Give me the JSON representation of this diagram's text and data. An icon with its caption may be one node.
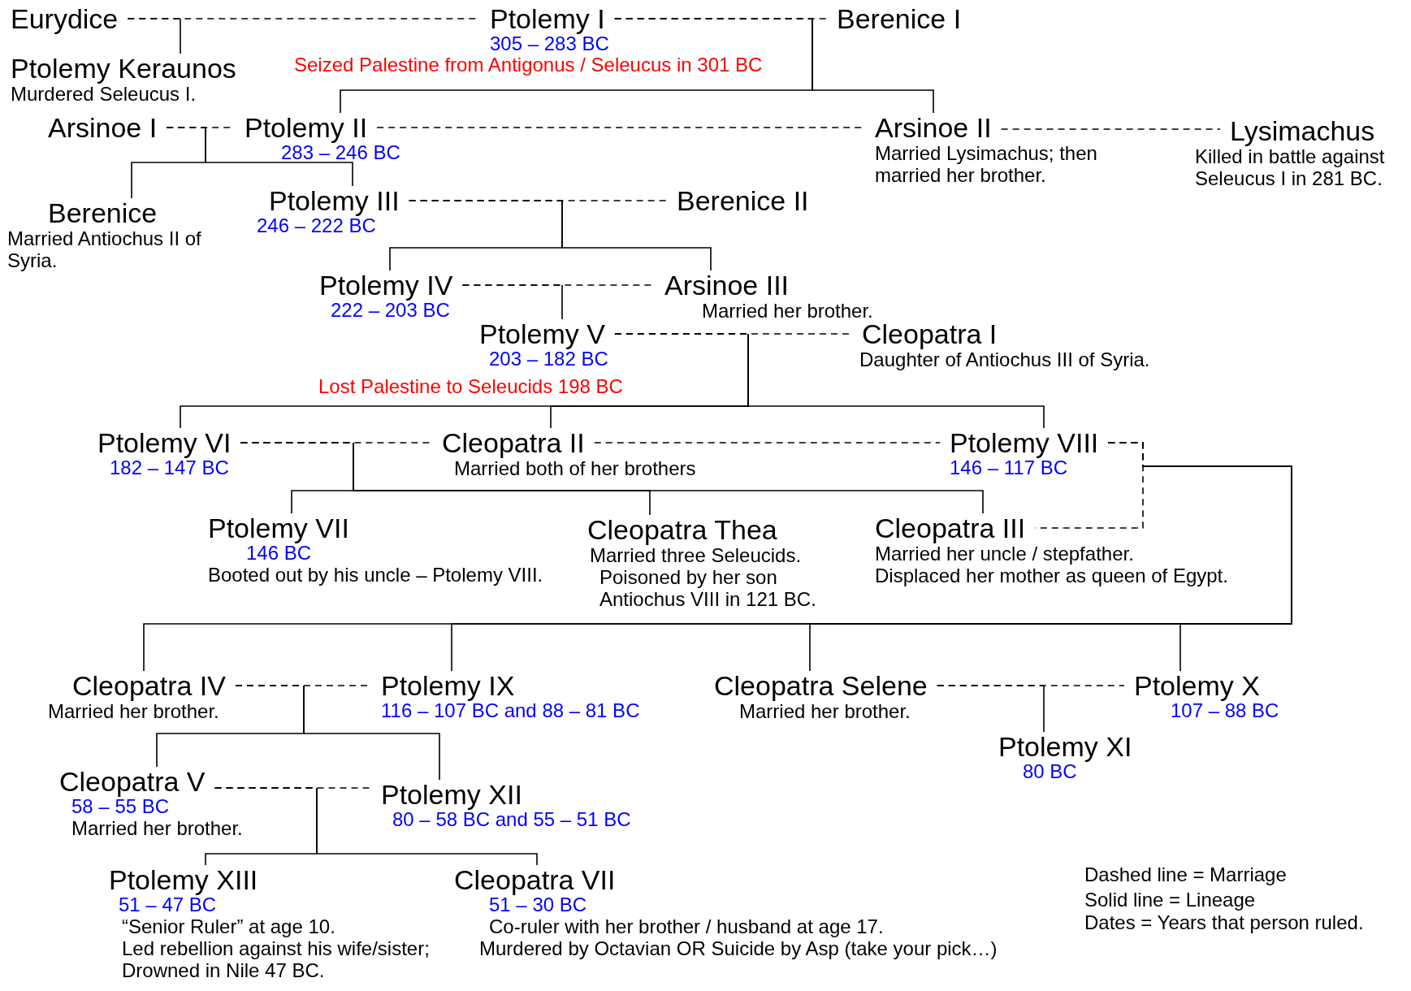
{
  "diagram": {
    "nodes": [
      {
        "text": [
          "Eurydice"
        ]
      },
      {
        "text": [
          "Ptolemy I",
          "305 – 283 BC"
        ],
        "beside": [
          "Seized Palestine from Antigonus / Seleucus in 301 BC"
        ]
      },
      {
        "text": [
          "Berenice I"
        ]
      },
      {
        "text": [
          "Ptolemy Keraunos",
          "Murdered Seleucus I."
        ]
      },
      {
        "text": [
          "Arsinoe I"
        ]
      },
      {
        "text": [
          "Ptolemy II",
          "283 – 246 BC"
        ]
      },
      {
        "text": [
          "Arsinoe II",
          "Married Lysimachus; then married her brother."
        ]
      },
      {
        "text": [
          "Lysimachus",
          "Killed in battle against Seleucus I in 281 BC."
        ]
      },
      {
        "text": [
          "Berenice",
          "Married Antiochus II of Syria."
        ]
      },
      {
        "text": [
          "Ptolemy III",
          "246 – 222 BC"
        ]
      },
      {
        "text": [
          "Berenice II"
        ]
      },
      {
        "text": [
          "Ptolemy IV",
          "222 – 203 BC"
        ]
      },
      {
        "text": [
          "Arsinoe III",
          "Married her brother."
        ]
      },
      {
        "text": [
          "Ptolemy V",
          "203 – 182 BC"
        ],
        "beside": [
          "Lost Palestine to Seleucids 198 BC"
        ]
      },
      {
        "text": [
          "Cleopatra I",
          "Daughter of Antiochus III of Syria."
        ]
      },
      {
        "text": [
          "Ptolemy VI",
          "182 – 147 BC"
        ]
      },
      {
        "text": [
          "Cleopatra II",
          "Married both of her brothers"
        ]
      },
      {
        "text": [
          "Ptolemy VIII",
          "146 – 117 BC"
        ]
      },
      {
        "text": [
          "Ptolemy VII",
          "146 BC",
          "Booted out by his uncle – Ptolemy VIII."
        ]
      },
      {
        "text": [
          "Cleopatra Thea",
          "Married three Seleucids.",
          "Poisoned by her son Antiochus VIII in 121 BC."
        ]
      },
      {
        "text": [
          "Cleopatra III",
          "Married her uncle / stepfather.",
          "Displaced her mother as queen of Egypt."
        ]
      },
      {
        "text": [
          "Cleopatra IV",
          "Married her brother."
        ]
      },
      {
        "text": [
          "Ptolemy IX",
          "116 – 107 BC and 88 – 81 BC"
        ]
      },
      {
        "text": [
          "Cleopatra Selene",
          "Married her brother."
        ]
      },
      {
        "text": [
          "Ptolemy X",
          "107 – 88 BC"
        ]
      },
      {
        "text": [
          "Ptolemy XI",
          "80 BC"
        ]
      },
      {
        "text": [
          "Cleopatra V",
          "58 – 55 BC",
          "Married her brother."
        ]
      },
      {
        "text": [
          "Ptolemy XII",
          "80 – 58 BC and 55 – 51 BC"
        ]
      },
      {
        "text": [
          "Ptolemy XIII",
          "51 – 47 BC",
          "“Senior Ruler” at age 10.",
          "Led rebellion against his wife/sister;",
          "Drowned in Nile 47 BC."
        ]
      },
      {
        "text": [
          "Cleopatra VII",
          "51 – 30 BC",
          "Co-ruler with her brother / husband at age 17.",
          "Murdered by Octavian OR Suicide by Asp (take your pick…)"
        ]
      }
    ],
    "edges": [
      {
        "from": 0,
        "to": 1,
        "arrow": "none",
        "style": "dashed"
      },
      {
        "from": 0,
        "to": 3,
        "arrow": "none"
      },
      {
        "from": 1,
        "to": 2,
        "arrow": "none",
        "style": "dashed"
      },
      {
        "from": 1,
        "to": 5,
        "arrow": "none"
      },
      {
        "from": 1,
        "to": 6,
        "arrow": "none"
      },
      {
        "from": 4,
        "to": 5,
        "arrow": "none",
        "style": "dashed"
      },
      {
        "from": 4,
        "to": 8,
        "arrow": "none"
      },
      {
        "from": 4,
        "to": 9,
        "arrow": "none"
      },
      {
        "from": 5,
        "to": 6,
        "arrow": "none",
        "style": "dashed"
      },
      {
        "from": 6,
        "to": 7,
        "arrow": "none",
        "style": "dashed"
      },
      {
        "from": 9,
        "to": 10,
        "arrow": "none",
        "style": "dashed"
      },
      {
        "from": 9,
        "to": 11,
        "arrow": "none"
      },
      {
        "from": 9,
        "to": 12,
        "arrow": "none"
      },
      {
        "from": 11,
        "to": 12,
        "arrow": "none",
        "style": "dashed"
      },
      {
        "from": 11,
        "to": 13,
        "arrow": "none"
      },
      {
        "from": 13,
        "to": 14,
        "arrow": "none",
        "style": "dashed"
      },
      {
        "from": 13,
        "to": 15,
        "arrow": "none"
      },
      {
        "from": 13,
        "to": 16,
        "arrow": "none"
      },
      {
        "from": 13,
        "to": 17,
        "arrow": "none"
      },
      {
        "from": 15,
        "to": 16,
        "arrow": "none",
        "style": "dashed"
      },
      {
        "from": 15,
        "to": 18,
        "arrow": "none"
      },
      {
        "from": 15,
        "to": 19,
        "arrow": "none"
      },
      {
        "from": 15,
        "to": 20,
        "arrow": "none"
      },
      {
        "from": 16,
        "to": 17,
        "arrow": "none",
        "style": "dashed"
      },
      {
        "from": 17,
        "to": 20,
        "arrow": "none",
        "style": "dashed"
      },
      {
        "from": 17,
        "to": 21,
        "arrow": "none"
      },
      {
        "from": 17,
        "to": 22,
        "arrow": "none"
      },
      {
        "from": 17,
        "to": 23,
        "arrow": "none"
      },
      {
        "from": 17,
        "to": 24,
        "arrow": "none"
      },
      {
        "from": 21,
        "to": 22,
        "arrow": "none",
        "style": "dashed"
      },
      {
        "from": 21,
        "to": 26,
        "arrow": "none"
      },
      {
        "from": 21,
        "to": 27,
        "arrow": "none"
      },
      {
        "from": 23,
        "to": 24,
        "arrow": "none",
        "style": "dashed"
      },
      {
        "from": 23,
        "to": 25,
        "arrow": "none"
      },
      {
        "from": 26,
        "to": 27,
        "arrow": "none",
        "style": "dashed"
      },
      {
        "from": 26,
        "to": 28,
        "arrow": "none"
      },
      {
        "from": 26,
        "to": 29,
        "arrow": "none"
      }
    ],
    "labels": [
      "Dashed line = Marriage",
      "Solid line = Lineage",
      "Dates = Years that person ruled."
    ]
  }
}
